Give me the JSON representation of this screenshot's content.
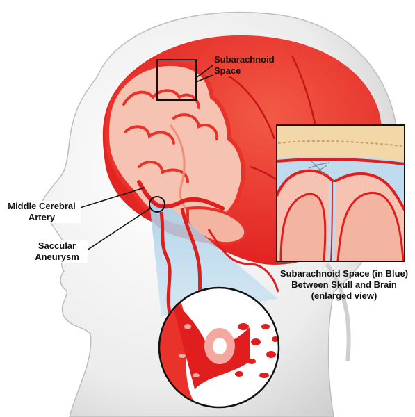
{
  "labels": {
    "subarachnoid_space": [
      "Subarachnoid",
      "Space"
    ],
    "middle_cerebral_artery": [
      "Middle Cerebral",
      "Artery"
    ],
    "saccular_aneurysm": [
      "Saccular",
      "Aneurysm"
    ],
    "inset_caption": [
      "Subarachnoid Space (in Blue)",
      "Between Skull and Brain",
      "(enlarged view)"
    ]
  },
  "colors": {
    "head_skin": "#eeeeee",
    "brain_surface_red": "#e8322a",
    "brain_tissue": "#f6c3b3",
    "subarachnoid_blue": "#bfdcee",
    "skull_bone": "#f2d7a8",
    "blood_red": "#d9151b"
  }
}
